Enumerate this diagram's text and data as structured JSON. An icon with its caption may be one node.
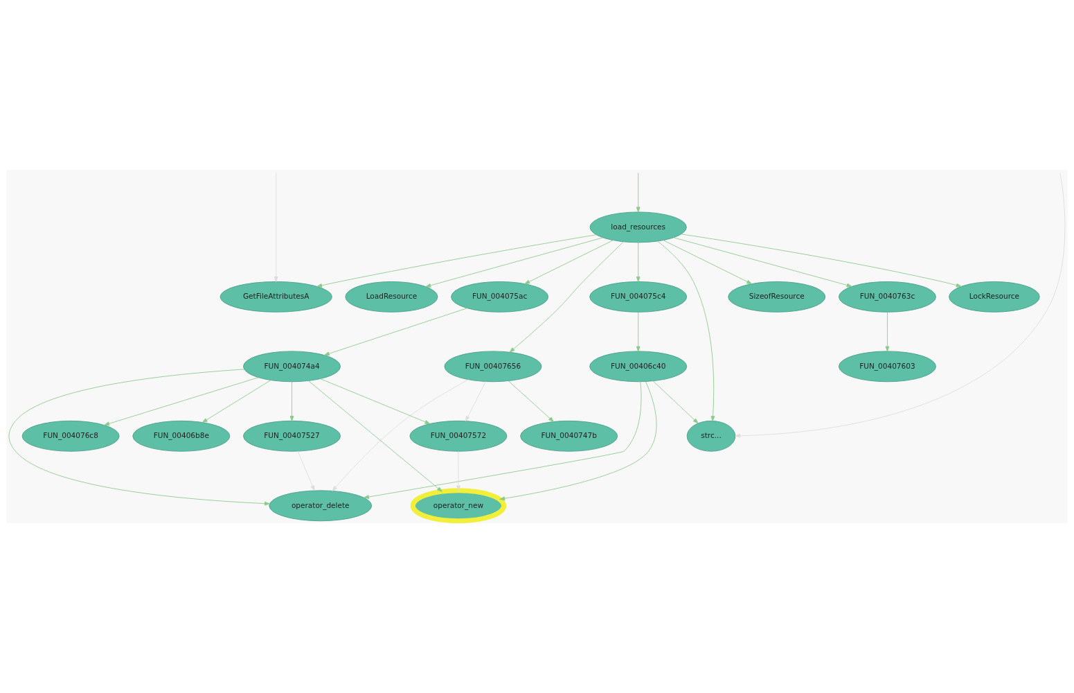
{
  "diagram": {
    "nodes": [
      {
        "text": [
          "load_resources"
        ]
      },
      {
        "text": [
          "GetFileAttributesA"
        ]
      },
      {
        "text": [
          "SizeofResource"
        ]
      },
      {
        "text": [
          "LockResource"
        ]
      },
      {
        "text": [
          "LoadResource"
        ]
      },
      {
        "text": [
          "FUN_004075ac"
        ]
      },
      {
        "text": [
          "FUN_004075c4"
        ]
      },
      {
        "text": [
          "FUN_0040763c"
        ]
      },
      {
        "text": [
          "FUN_00407656"
        ]
      },
      {
        "text": [
          "strc..."
        ]
      },
      {
        "text": [
          "FUN_004074a4"
        ]
      },
      {
        "text": [
          "FUN_00406c40"
        ]
      },
      {
        "text": [
          "FUN_00407603"
        ]
      },
      {
        "text": [
          "FUN_0040747b"
        ]
      },
      {
        "text": [
          "FUN_00406b8e"
        ]
      },
      {
        "text": [
          "FUN_00407527"
        ]
      },
      {
        "text": [
          "FUN_00407572"
        ]
      },
      {
        "text": [
          "FUN_004076c8"
        ]
      },
      {
        "text": [
          "operator_delete"
        ]
      },
      {
        "text": [
          "operator_new"
        ]
      }
    ],
    "edges": [
      {
        "from": null,
        "to": 0,
        "arrow": "to"
      },
      {
        "from": null,
        "to": 1,
        "arrow": "to",
        "color": "#dddddd"
      },
      {
        "from": null,
        "to": 9,
        "arrow": "to",
        "color": "#dddddd"
      },
      {
        "from": 0,
        "to": 1,
        "arrow": "to"
      },
      {
        "from": 0,
        "to": 2,
        "arrow": "to"
      },
      {
        "from": 0,
        "to": 3,
        "arrow": "to"
      },
      {
        "from": 0,
        "to": 4,
        "arrow": "to"
      },
      {
        "from": 0,
        "to": 5,
        "arrow": "to"
      },
      {
        "from": 0,
        "to": 6,
        "arrow": "to"
      },
      {
        "from": 0,
        "to": 7,
        "arrow": "to"
      },
      {
        "from": 0,
        "to": 8,
        "arrow": "to"
      },
      {
        "from": 0,
        "to": 9,
        "arrow": "to"
      },
      {
        "from": 5,
        "to": 10,
        "arrow": "to"
      },
      {
        "from": 6,
        "to": 11,
        "arrow": "to"
      },
      {
        "from": 7,
        "to": 12,
        "arrow": "to"
      },
      {
        "from": 8,
        "to": 13,
        "arrow": "to"
      },
      {
        "from": 11,
        "to": 9,
        "arrow": "to"
      },
      {
        "from": 8,
        "to": 16,
        "arrow": "to",
        "color": "#dddddd"
      },
      {
        "from": 8,
        "to": 18,
        "arrow": "to",
        "color": "#dddddd"
      },
      {
        "from": 10,
        "to": 14,
        "arrow": "to"
      },
      {
        "from": 10,
        "to": 15,
        "arrow": "to"
      },
      {
        "from": 10,
        "to": 16,
        "arrow": "to"
      },
      {
        "from": 10,
        "to": 17,
        "arrow": "to"
      },
      {
        "from": 10,
        "to": 18,
        "arrow": "to"
      },
      {
        "from": 10,
        "to": 19,
        "arrow": "to"
      },
      {
        "from": 11,
        "to": 18,
        "arrow": "to"
      },
      {
        "from": 11,
        "to": 19,
        "arrow": "to"
      },
      {
        "from": 15,
        "to": 18,
        "arrow": "to",
        "color": "#dddddd"
      },
      {
        "from": 16,
        "to": 19,
        "arrow": "to",
        "color": "#dddddd"
      }
    ]
  }
}
